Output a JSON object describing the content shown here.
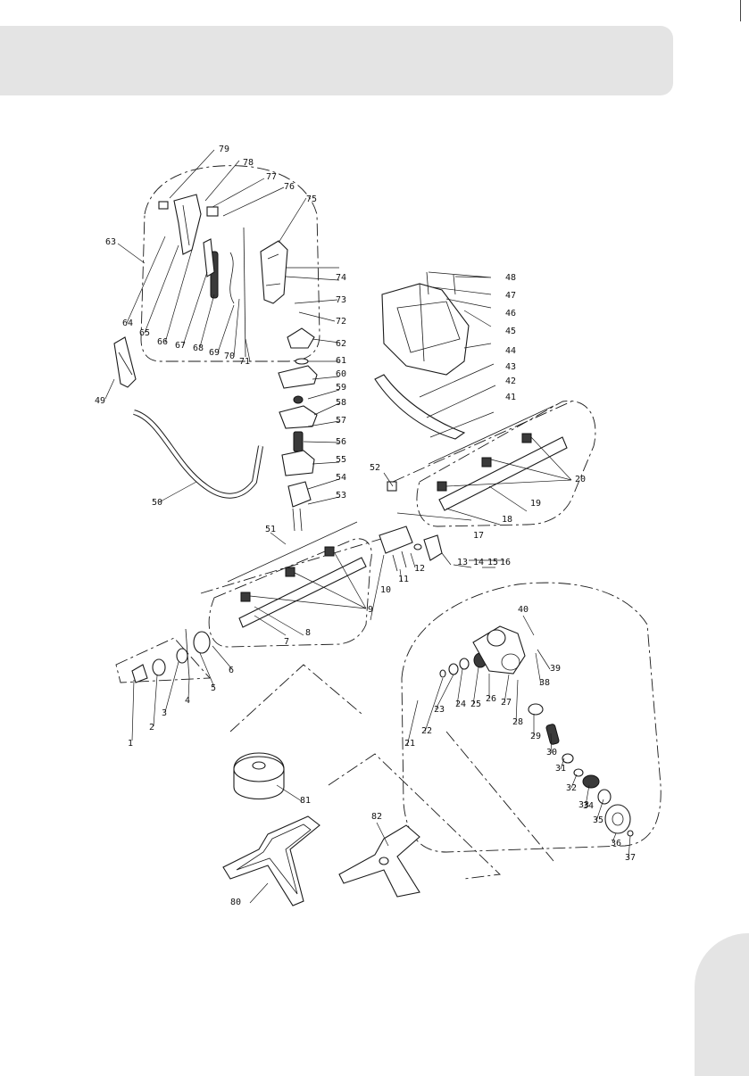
{
  "header": {
    "title": ""
  },
  "diagram": {
    "callouts": [
      "1",
      "2",
      "3",
      "4",
      "5",
      "6",
      "7",
      "8",
      "9",
      "10",
      "11",
      "12",
      "13",
      "14",
      "15",
      "16",
      "17",
      "18",
      "19",
      "20",
      "21",
      "22",
      "23",
      "24",
      "25",
      "26",
      "27",
      "28",
      "29",
      "30",
      "31",
      "32",
      "33",
      "34",
      "35",
      "36",
      "37",
      "38",
      "39",
      "40",
      "41",
      "42",
      "43",
      "44",
      "45",
      "46",
      "47",
      "48",
      "49",
      "50",
      "51",
      "52",
      "53",
      "54",
      "55",
      "56",
      "57",
      "58",
      "59",
      "60",
      "61",
      "62",
      "63",
      "64",
      "65",
      "66",
      "67",
      "68",
      "69",
      "70",
      "71",
      "72",
      "73",
      "74",
      "75",
      "76",
      "77",
      "78",
      "79",
      "80",
      "81",
      "82"
    ]
  }
}
